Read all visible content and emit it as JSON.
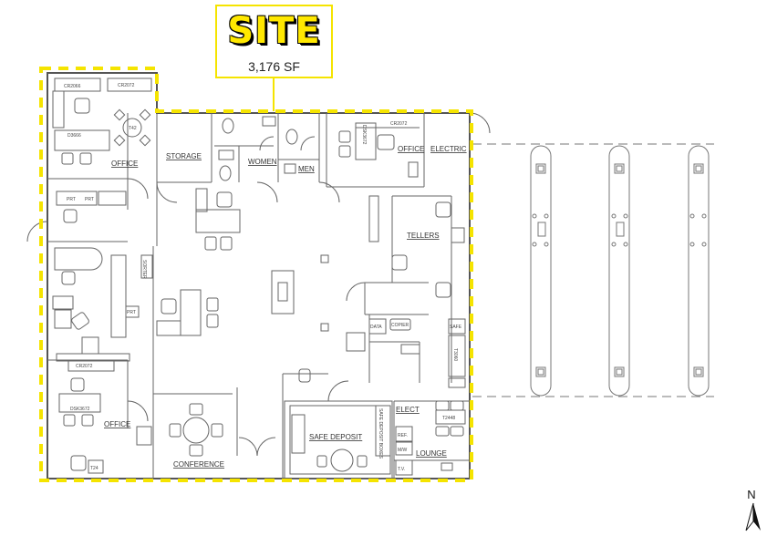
{
  "site_callout": {
    "title": "SITE",
    "area": "3,176 SF"
  },
  "colors": {
    "site_outline": "#f5e400",
    "walls": "#555555",
    "text": "#333333"
  },
  "rooms": {
    "office_nw": "OFFICE",
    "storage": "STORAGE",
    "women": "WOMEN",
    "men": "MEN",
    "office_ne": "OFFICE",
    "electric": "ELECTRIC",
    "tellers": "TELLERS",
    "office_sw": "OFFICE",
    "conference": "CONFERENCE",
    "safe_deposit": "SAFE DEPOSIT",
    "lounge": "LOUNGE",
    "elect": "ELECT"
  },
  "fixtures": {
    "cr2072_top": "CR2072",
    "cr2066": "CR2066",
    "desk_nw": "D3666",
    "table_t42": "T42",
    "prt1": "PRT",
    "prt2": "PRT",
    "prt3": "PRT",
    "sorter": "SORTER",
    "cr2072_mid": "CR2072",
    "desk_sw": "DSK3672",
    "t24": "T24",
    "cr2072_ne": "CR2072",
    "dsk3672_ne": "DSK3672",
    "data": "DATA",
    "copier": "COPIER",
    "safe": "SAFE",
    "t3060": "T3060",
    "t2448": "T2448",
    "ref": "REF.",
    "mw": "M/W",
    "tv": "T.V.",
    "safe_deposit_boxes": "SAFE DEPOSIT BOXES"
  },
  "drive_thru": {
    "lanes": 3
  },
  "compass": {
    "label": "N"
  }
}
